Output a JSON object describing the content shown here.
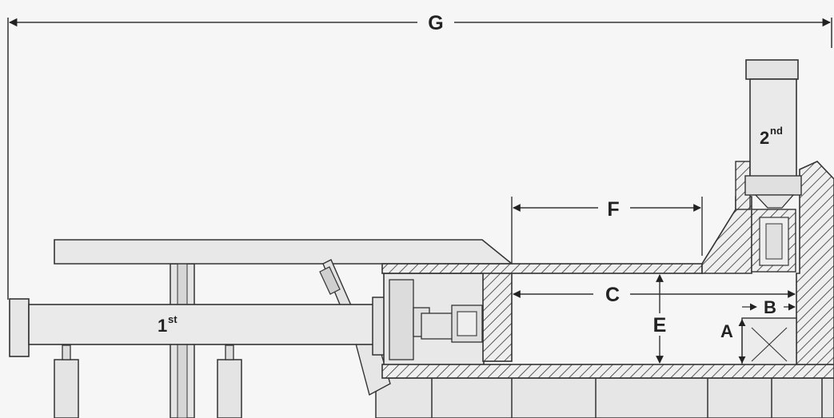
{
  "diagram": {
    "labels": {
      "g": "G",
      "f": "F",
      "c": "C",
      "e": "E",
      "b": "B",
      "a": "A",
      "first_main": "1",
      "first_sup": "st",
      "second_main": "2",
      "second_sup": "nd"
    }
  }
}
